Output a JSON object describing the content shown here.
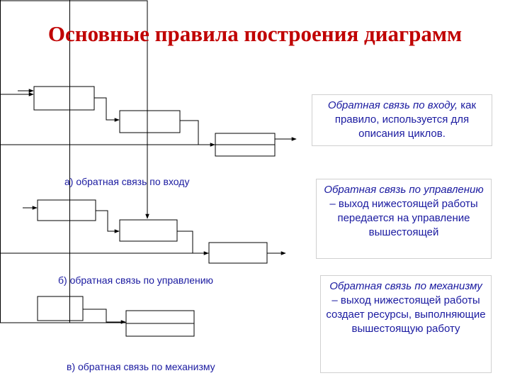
{
  "title": "Основные правила построения диаграмм",
  "captions": {
    "a": "а) обратная связь по входу",
    "b": "б) обратная связь по управлению",
    "c": "в) обратная связь по механизму"
  },
  "notes": {
    "input": {
      "italic": "Обратная связь по входу,",
      "rest": " как правило, используется для описания циклов."
    },
    "control": {
      "italic": "Обратная связь по управлению",
      "rest": " – выход нижестоящей работы передается на управление вышестоящей"
    },
    "mechanism": {
      "italic": "Обратная связь по механизму",
      "rest": " – выход нижестоящей работы создает ресурсы, выполняющие вышестоящую работу"
    }
  },
  "colors": {
    "title": "#c00000",
    "text": "#1a1aa0",
    "lines": "#000000",
    "note_border": "#d0d0d0"
  }
}
